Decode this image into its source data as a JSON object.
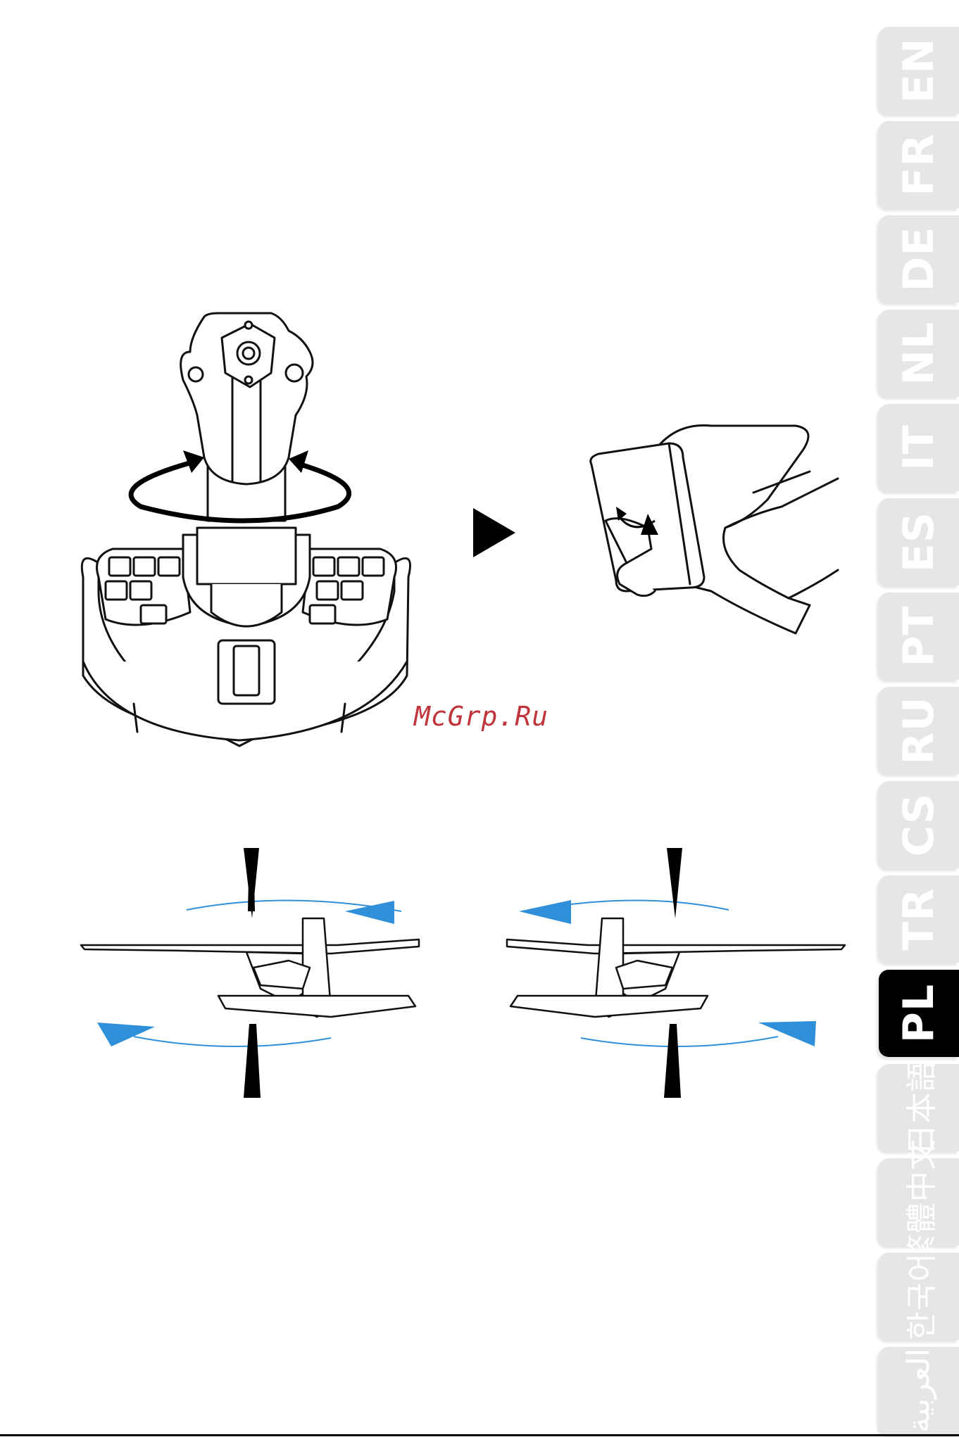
{
  "language_tabs": [
    {
      "code": "EN",
      "active": false,
      "cjk": false
    },
    {
      "code": "FR",
      "active": false,
      "cjk": false
    },
    {
      "code": "DE",
      "active": false,
      "cjk": false
    },
    {
      "code": "NL",
      "active": false,
      "cjk": false
    },
    {
      "code": "IT",
      "active": false,
      "cjk": false
    },
    {
      "code": "ES",
      "active": false,
      "cjk": false
    },
    {
      "code": "PT",
      "active": false,
      "cjk": false
    },
    {
      "code": "RU",
      "active": false,
      "cjk": false
    },
    {
      "code": "CS",
      "active": false,
      "cjk": false
    },
    {
      "code": "TR",
      "active": false,
      "cjk": false
    },
    {
      "code": "PL",
      "active": true,
      "cjk": false
    },
    {
      "code": "日本語",
      "active": false,
      "cjk": true
    },
    {
      "code": "繁體中文",
      "active": false,
      "cjk": true
    },
    {
      "code": "한국어",
      "active": false,
      "cjk": true
    },
    {
      "code": "العربية",
      "active": false,
      "cjk": true
    }
  ],
  "watermark": "McGrp.Ru",
  "colors": {
    "tab_inactive": "#e6e6e6",
    "tab_active": "#000000",
    "arrow_blue": "#2f8fd8",
    "watermark": "#c0343b"
  },
  "illustrations": {
    "joystick": "joystick-twist-icon",
    "next_step": "play-arrow-icon",
    "hand": "hand-twist-icon",
    "plane_left": "plane-yaw-right-icon",
    "plane_right": "plane-yaw-left-icon"
  }
}
